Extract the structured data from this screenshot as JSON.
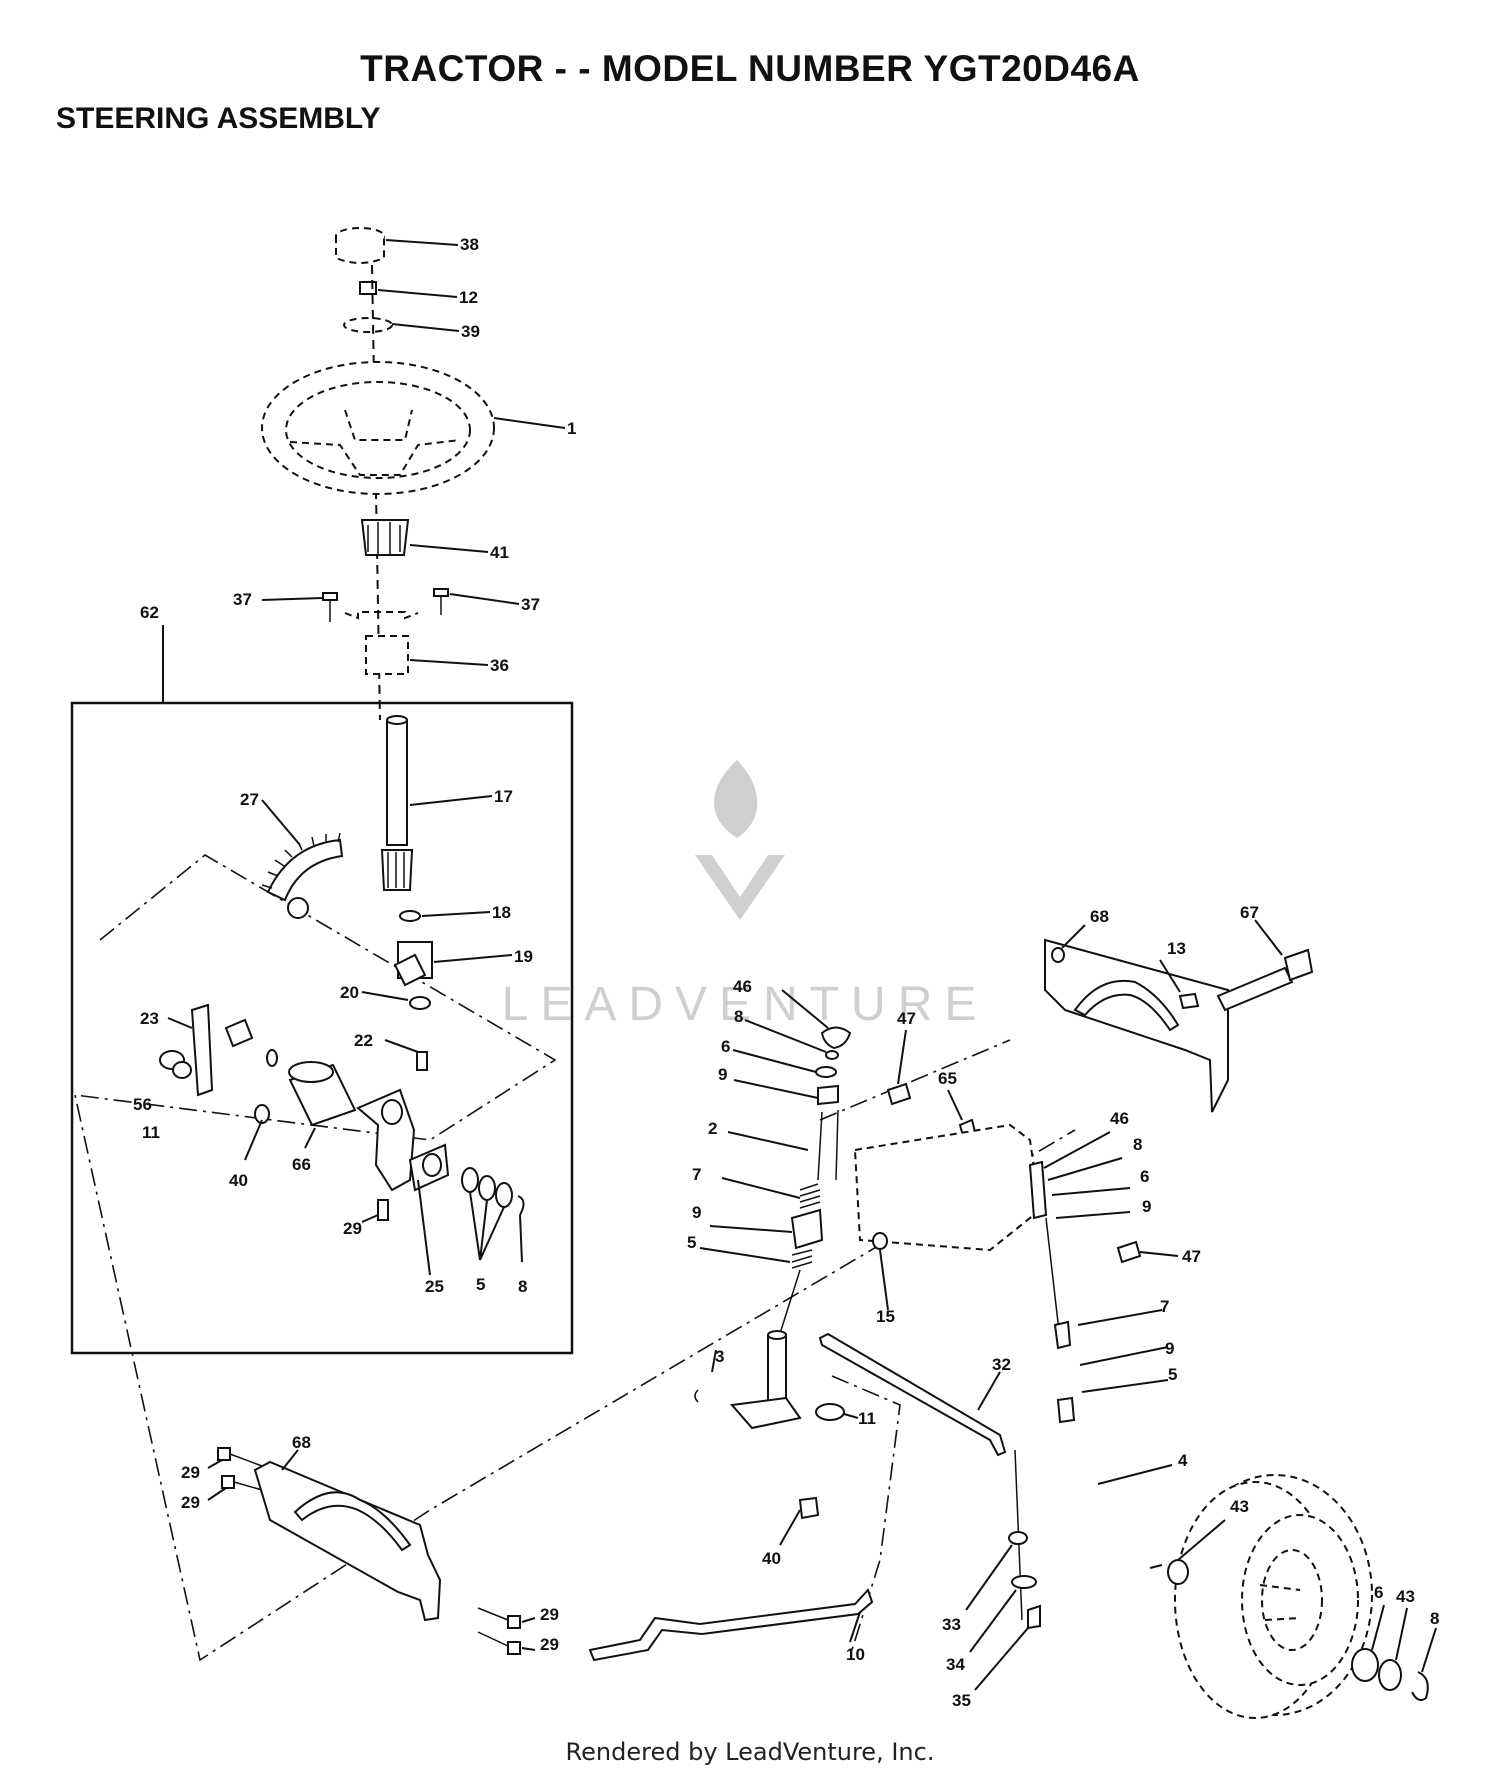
{
  "header": {
    "title": "TRACTOR - - MODEL NUMBER YGT20D46A",
    "section": "STEERING ASSEMBLY"
  },
  "watermark": {
    "text": "LEADVENTURE",
    "color": "#cfcfcf"
  },
  "footer": {
    "rendered_by": "Rendered by LeadVenture, Inc."
  },
  "callouts": {
    "c38": "38",
    "c12": "12",
    "c39": "39",
    "c1": "1",
    "c41": "41",
    "c37a": "37",
    "c37b": "37",
    "c36": "36",
    "c62": "62",
    "c17": "17",
    "c27": "27",
    "c18": "18",
    "c19": "19",
    "c20": "20",
    "c22": "22",
    "c23": "23",
    "c56": "56",
    "c11a": "11",
    "c40a": "40",
    "c66": "66",
    "c29a": "29",
    "c25": "25",
    "c5a": "5",
    "c8a": "8",
    "c68a": "68",
    "c67": "67",
    "c13": "13",
    "c46a": "46",
    "c8b": "8",
    "c47a": "47",
    "c6a": "6",
    "c9a": "9",
    "c65": "65",
    "c2": "2",
    "c46b": "46",
    "c8c": "8",
    "c6b": "6",
    "c9b": "9",
    "c7a": "7",
    "c9c": "9",
    "c5b": "5",
    "c47b": "47",
    "c15": "15",
    "c7b": "7",
    "c9d": "9",
    "c5c": "5",
    "c3": "3",
    "c32": "32",
    "c11b": "11",
    "c4": "4",
    "c68b": "68",
    "c29b": "29",
    "c29c": "29",
    "c43a": "43",
    "c40b": "40",
    "c29d": "29",
    "c29e": "29",
    "c33": "33",
    "c6c": "6",
    "c43b": "43",
    "c8d": "8",
    "c10": "10",
    "c34": "34",
    "c35": "35"
  }
}
